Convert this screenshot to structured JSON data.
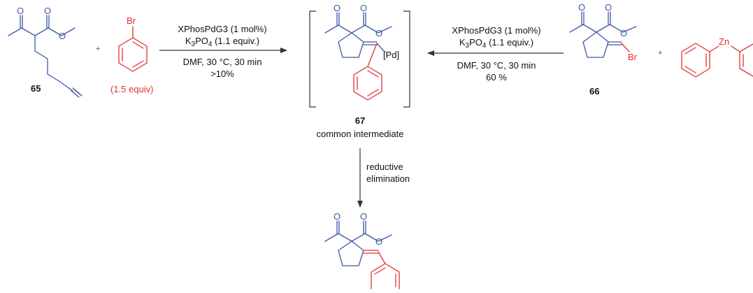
{
  "colors": {
    "reactant_blue": "#3f56a6",
    "reagent_red": "#e0312f",
    "text": "#111111"
  },
  "compounds": {
    "c65": {
      "label": "65"
    },
    "bromobenzene": {
      "atom": "Br",
      "amount": "(1.5 equiv)"
    },
    "c66": {
      "label": "66",
      "atom": "Br"
    },
    "diphenylzinc": {
      "atom": "Zn"
    },
    "c67": {
      "label": "67",
      "caption": "common intermediate",
      "metal": "[Pd]"
    },
    "atoms": {
      "oxygen": "O"
    }
  },
  "arrow_left": {
    "line1": "XPhosPdG3 (1 mol%)",
    "line2_pre": "K",
    "line2_sub1": "3",
    "line2_mid": "PO",
    "line2_sub2": "4",
    "line2_post": " (1.1 equiv.)",
    "line3": "DMF, 30 °C, 30 min",
    "line4": ">10%"
  },
  "arrow_right": {
    "line1": "XPhosPdG3 (1 mol%)",
    "line2_pre": "K",
    "line2_sub1": "3",
    "line2_mid": "PO",
    "line2_sub2": "4",
    "line2_post": " (1.1 equiv.)",
    "line3": "DMF, 30 °C, 30 min",
    "line4": "60 %"
  },
  "arrow_down": {
    "line1": "reductive",
    "line2": "elimination"
  },
  "plus_sign": "+"
}
